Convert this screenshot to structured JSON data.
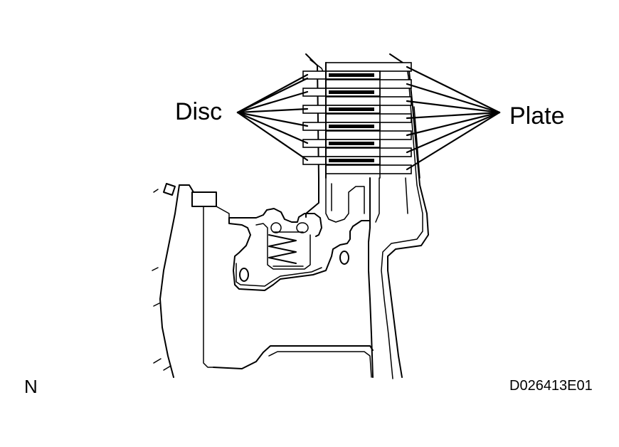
{
  "labels": {
    "disc": "Disc",
    "plate": "Plate",
    "orientation": "N",
    "figure_code": "D026413E01"
  },
  "colors": {
    "line": "#000000",
    "background": "#ffffff"
  }
}
